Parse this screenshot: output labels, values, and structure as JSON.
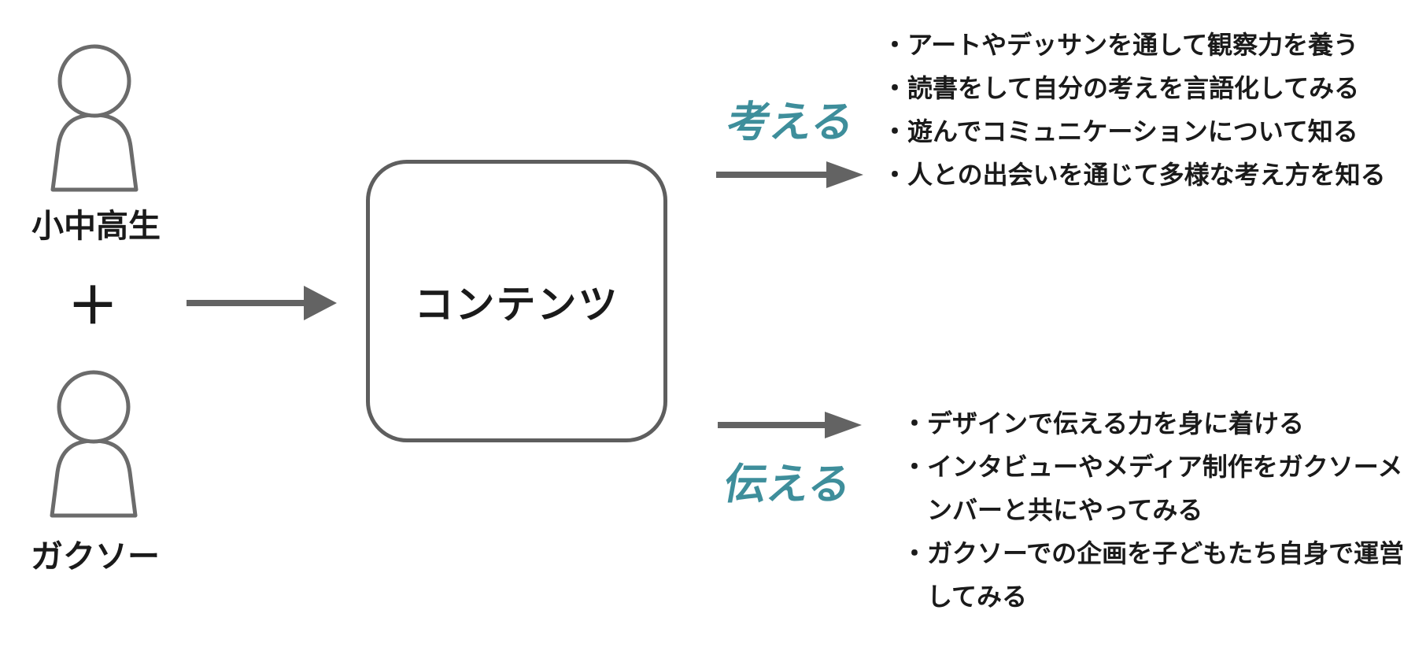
{
  "diagram": {
    "actors": {
      "student": {
        "label": "小中高生"
      },
      "gakuso": {
        "label": "ガクソー"
      },
      "plus_sign": "＋"
    },
    "center_box": {
      "label": "コンテンツ"
    },
    "branches": {
      "think": {
        "label": "考える",
        "items": [
          {
            "lines": [
              "・アートやデッサンを通して観察力を養う"
            ]
          },
          {
            "lines": [
              "・読書をして自分の考えを言語化してみる"
            ]
          },
          {
            "lines": [
              "・遊んでコミュニケーションについて知る"
            ]
          },
          {
            "lines": [
              "・人との出会いを通じて多様な考え方を知る"
            ]
          }
        ]
      },
      "convey": {
        "label": "伝える",
        "items": [
          {
            "lines": [
              "・デザインで伝える力を身に着ける"
            ]
          },
          {
            "lines": [
              "・インタビューやメディア制作をガクソーメ",
              "ンバーと共にやってみる"
            ]
          },
          {
            "lines": [
              "・ガクソーでの企画を子どもたち自身で運営",
              "してみる"
            ]
          }
        ]
      }
    },
    "colors": {
      "accent_teal": "#3e8e9b",
      "arrow_gray": "#636363",
      "outline_gray": "#6b6b6b",
      "box_border_gray": "#5e5e5e",
      "text_black": "#1a1a1a"
    }
  }
}
